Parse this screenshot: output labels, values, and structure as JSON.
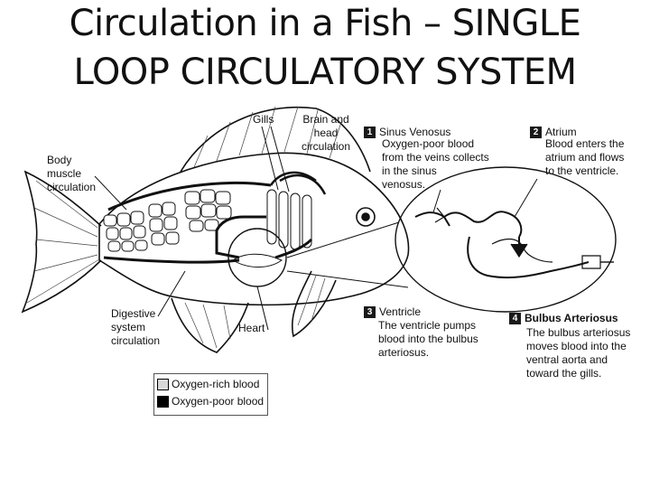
{
  "title": {
    "line1": "Circulation in a Fish – SINGLE",
    "line2": "LOOP CIRCULATORY SYSTEM"
  },
  "labels": {
    "gills": "Gills",
    "brain": [
      "Brain and",
      "head",
      "circulation"
    ],
    "body": [
      "Body",
      "muscle",
      "circulation"
    ],
    "digestive": [
      "Digestive",
      "system",
      "circulation"
    ],
    "heart": "Heart"
  },
  "steps": [
    {
      "num": "1",
      "title": "Sinus Venosus",
      "desc": [
        "Oxygen-poor blood",
        "from the veins collects",
        "in the sinus",
        "venosus."
      ]
    },
    {
      "num": "2",
      "title": "Atrium",
      "desc": [
        "Blood enters the",
        "atrium and flows",
        "to the ventricle."
      ]
    },
    {
      "num": "3",
      "title": "Ventricle",
      "desc": [
        "The ventricle pumps",
        "blood into the bulbus",
        "arteriosus."
      ]
    },
    {
      "num": "4",
      "title": "Bulbus Arteriosus",
      "desc": [
        "The bulbus arteriosus",
        "moves blood into the",
        "ventral aorta and",
        "toward the gills."
      ]
    }
  ],
  "legend": {
    "items": [
      {
        "label": "Oxygen-rich blood",
        "color": "#d8d8d8"
      },
      {
        "label": "Oxygen-poor blood",
        "color": "#000000"
      }
    ]
  }
}
